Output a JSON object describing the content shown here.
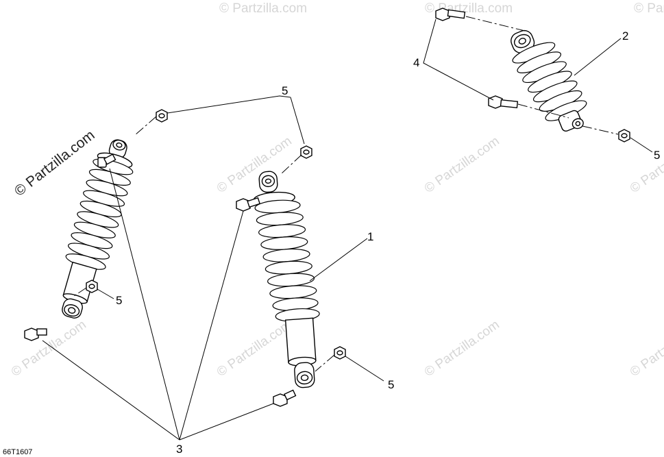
{
  "diagram": {
    "callouts": {
      "label_1": "1",
      "label_2": "2",
      "label_3": "3",
      "label_4": "4",
      "label_5_top": "5",
      "label_5_left": "5",
      "label_5_bottom": "5",
      "label_5_right": "5"
    },
    "drawing_code": "66T1607",
    "watermark_main": "© Partzilla.com",
    "watermark_repeat": "© Partzilla.com"
  }
}
